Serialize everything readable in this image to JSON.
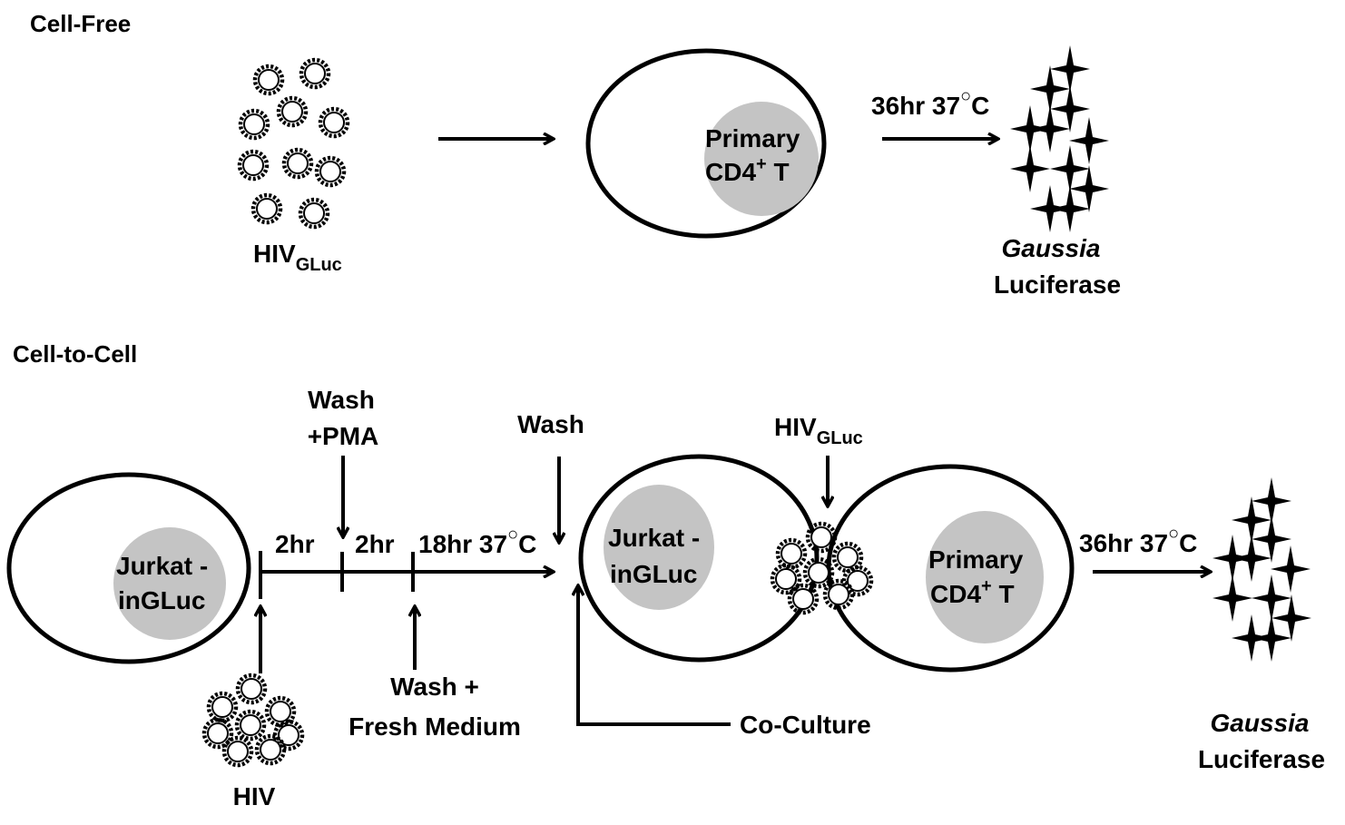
{
  "panels": {
    "cell_free": {
      "title": "Cell-Free",
      "virus_label": "HIV",
      "virus_label_sub": "GLuc",
      "cell_label_line1": "Primary",
      "cell_label_line2": "CD4",
      "cell_label_sup": "+",
      "cell_label_line2_end": " T",
      "incubation": "36hr 37",
      "degree_unit": "C",
      "readout_line1": "Gaussia",
      "readout_line2": "Luciferase"
    },
    "cell_to_cell": {
      "title": "Cell-to-Cell",
      "donor_label_line1": "Jurkat -",
      "donor_label_line2": "inGLuc",
      "virus_label": "HIV",
      "step1_time": "2hr",
      "step2_label_line1": "Wash",
      "step2_label_line2": "+PMA",
      "step2_time": "2hr",
      "step3_label_line1": "Wash +",
      "step3_label_line2": "Fresh Medium",
      "step3_time": "18hr 37",
      "degree_unit": "C",
      "wash_label": "Wash",
      "coculture_label": "Co-Culture",
      "cocult_donor_line1": "Jurkat -",
      "cocult_donor_line2": "inGLuc",
      "transfer_virus_label": "HIV",
      "transfer_virus_sub": "GLuc",
      "target_label_line1": "Primary",
      "target_label_line2": "CD4",
      "target_label_sup": "+",
      "target_label_line2_end": " T",
      "incubation": "36hr 37",
      "readout_line1": "Gaussia",
      "readout_line2": "Luciferase"
    }
  },
  "colors": {
    "line": "#000000",
    "nucleus": "#c4c4c4",
    "background": "#ffffff"
  },
  "icons": {
    "virus": "virus-particle-icon",
    "signal": "four-point-star-icon"
  }
}
